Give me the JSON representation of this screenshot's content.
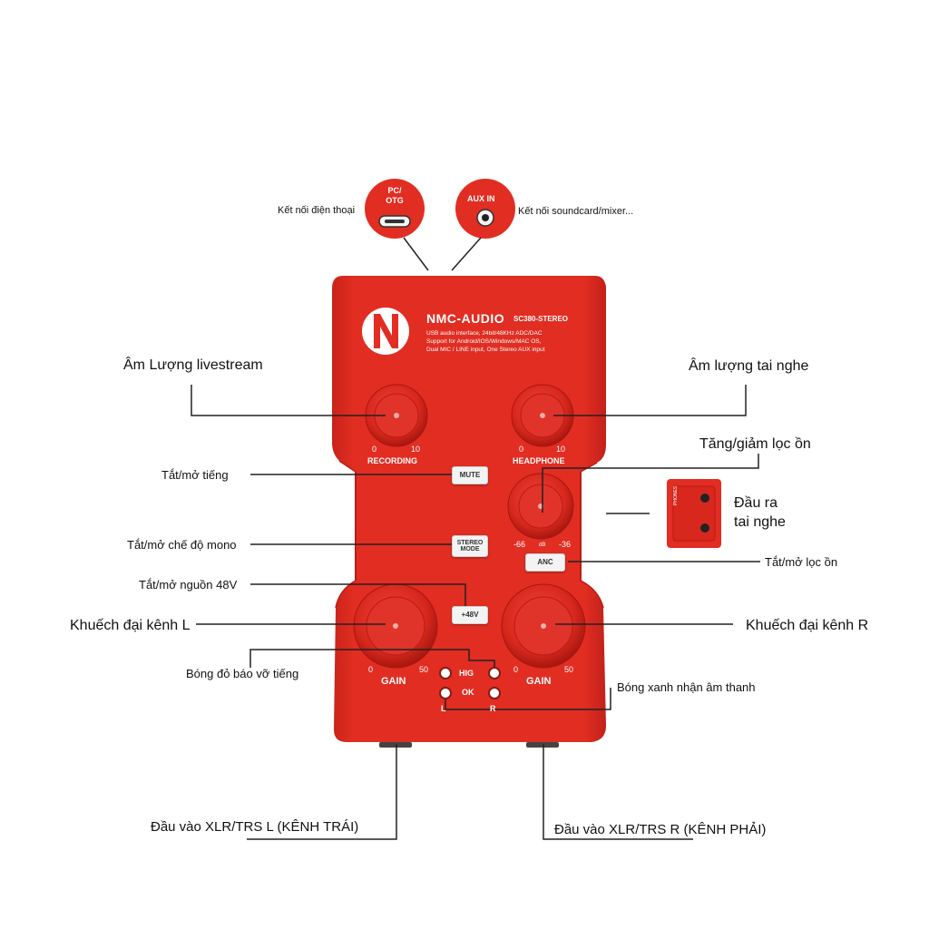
{
  "colors": {
    "device": "#e22d22",
    "device_dark": "#b81c14",
    "line": "#222222"
  },
  "ports": {
    "usb": {
      "label": "PC/\nOTG",
      "caption": "Kết nối điện thoại",
      "icon": "usb-c-port-icon"
    },
    "aux": {
      "label": "AUX IN",
      "caption": "Kết nối soundcard/mixer...",
      "icon": "audio-jack-icon"
    }
  },
  "device": {
    "brand": "NMC-AUDIO",
    "model": "SC380-STEREO",
    "specs": [
      "USB audio interface, 24bit/48KHz ADC/DAC",
      "Support for Android/IOS/Windows/MAC OS,",
      "Dual MIC / LINE input, One Stereo AUX input"
    ],
    "knobs": {
      "recording": {
        "label": "RECORDING",
        "min": "0",
        "max": "10"
      },
      "headphone": {
        "label": "HEADPHONE",
        "min": "0",
        "max": "10"
      },
      "anc": {
        "min": "-66",
        "unit": "dB",
        "max": "-36"
      },
      "gain_l": {
        "label": "GAIN",
        "min": "0",
        "max": "50"
      },
      "gain_r": {
        "label": "GAIN",
        "min": "0",
        "max": "50"
      }
    },
    "buttons": {
      "mute": "MUTE",
      "stereo_1": "STEREO",
      "stereo_2": "MODE",
      "anc": "ANC",
      "phantom": "+48V"
    },
    "leds": {
      "hig": "HIG",
      "ok": "OK",
      "left": "L",
      "right": "R"
    }
  },
  "headphone_jack": {
    "text": "PHONES"
  },
  "annotations": {
    "recording": "Âm Lượng livestream",
    "headphone": "Âm lượng tai nghe",
    "anc_knob": "Tăng/giảm lọc ồn",
    "mute": "Tắt/mở tiếng",
    "stereo": "Tắt/mở chế độ mono",
    "phantom": "Tắt/mở nguồn 48V",
    "gain_l": "Khuếch đại kênh L",
    "gain_r": "Khuếch đại kênh R",
    "anc_button": "Tắt/mở lọc ồn",
    "phones_out_1": "Đầu ra",
    "phones_out_2": "tai nghe",
    "clip_led": "Bóng đỏ báo vỡ tiếng",
    "ok_led": "Bóng xanh nhận âm thanh",
    "input_l": "Đầu vào XLR/TRS  L (KÊNH TRÁI)",
    "input_r": "Đầu vào XLR/TRS R (KÊNH PHẢI)"
  }
}
